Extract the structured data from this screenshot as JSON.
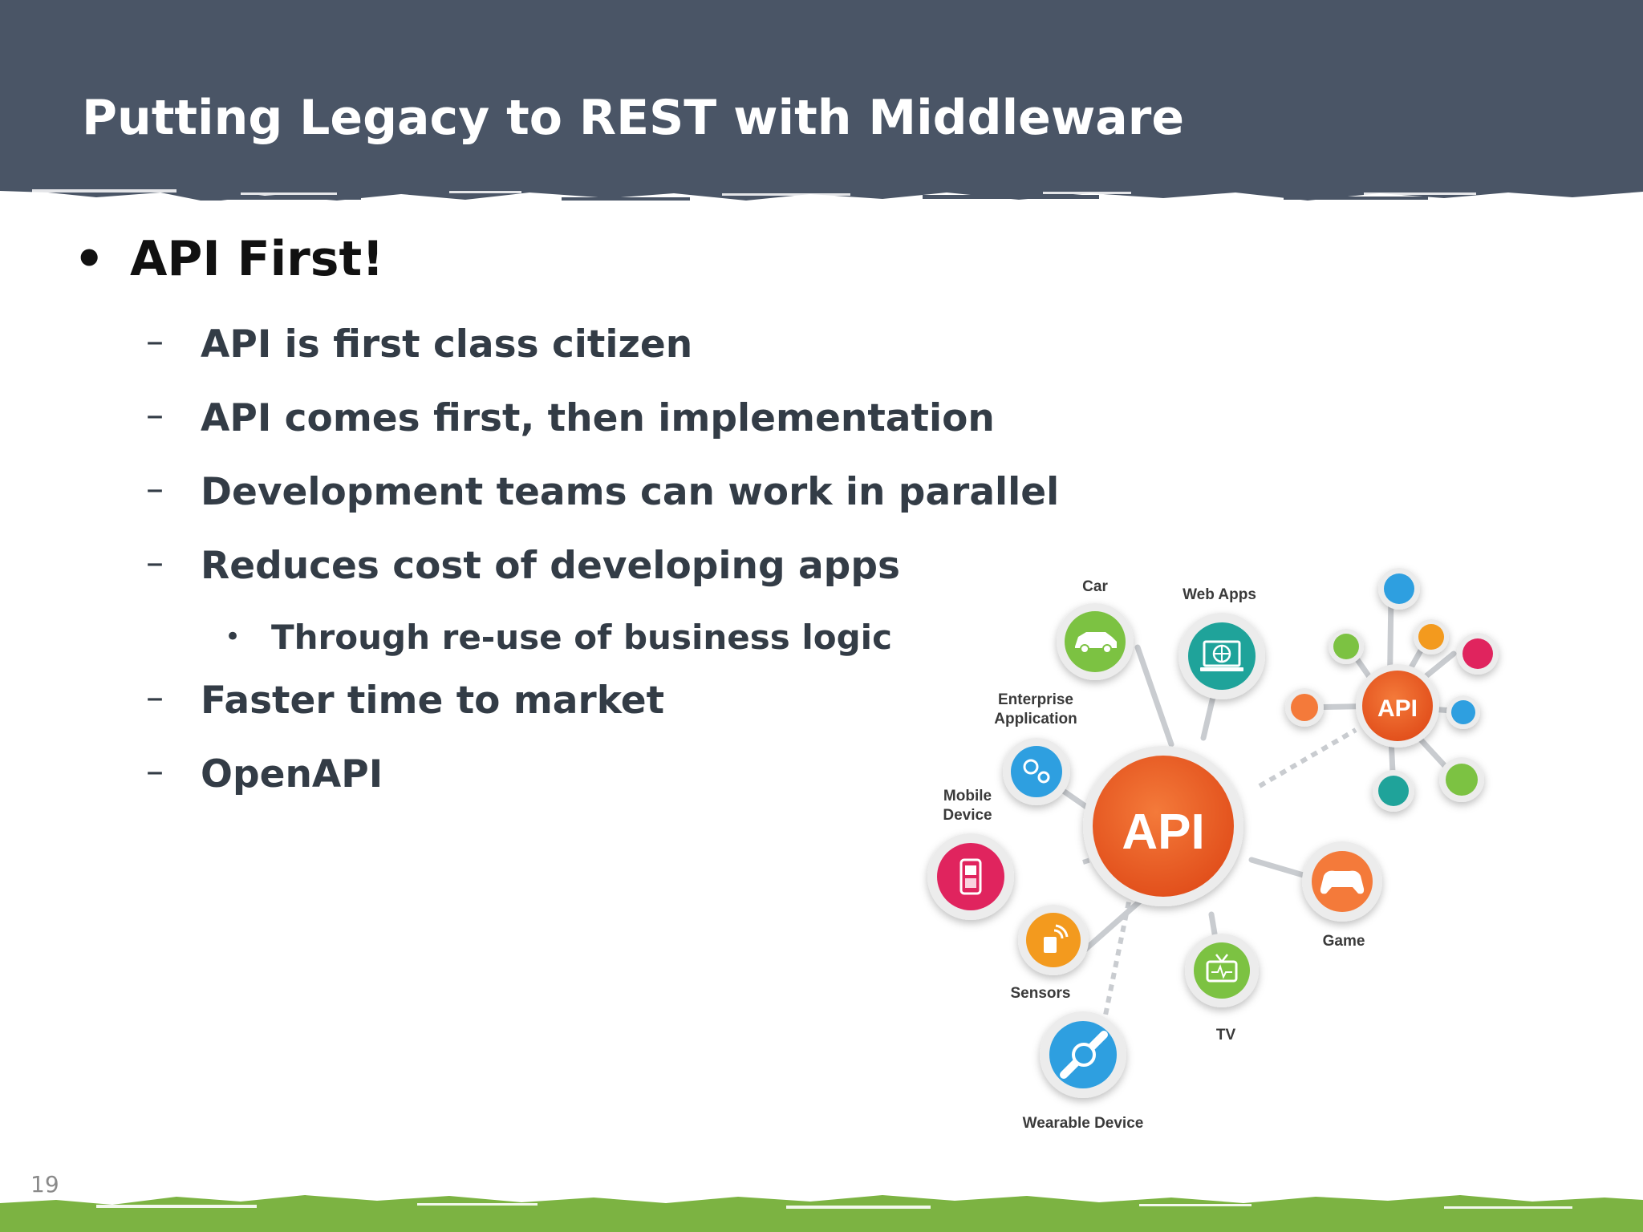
{
  "slide": {
    "title": "Putting Legacy to REST with Middleware",
    "page_number": "19",
    "colors": {
      "header": "#4a5566",
      "footer": "#7cb342",
      "text": "#333c46"
    }
  },
  "content": {
    "main_bullet": "API First!",
    "sub_bullets": [
      "API is first class citizen",
      "API comes first, then implementation",
      "Development teams can work in parallel",
      "Reduces cost of developing apps",
      "Faster time to market",
      "OpenAPI"
    ],
    "nested_bullet": "Through re-use of business logic"
  },
  "diagram": {
    "hub_label": "API",
    "small_hub_label": "API",
    "nodes": {
      "car": "Car",
      "web_apps": "Web Apps",
      "enterprise_1": "Enterprise",
      "enterprise_2": "Application",
      "mobile_1": "Mobile",
      "mobile_2": "Device",
      "sensors": "Sensors",
      "tv": "TV",
      "game": "Game",
      "wearable": "Wearable Device"
    },
    "icons": [
      "car-icon",
      "globe-laptop-icon",
      "gears-icon",
      "mobile-phone-icon",
      "sensor-icon",
      "tv-icon",
      "gamepad-icon",
      "watch-icon"
    ]
  }
}
